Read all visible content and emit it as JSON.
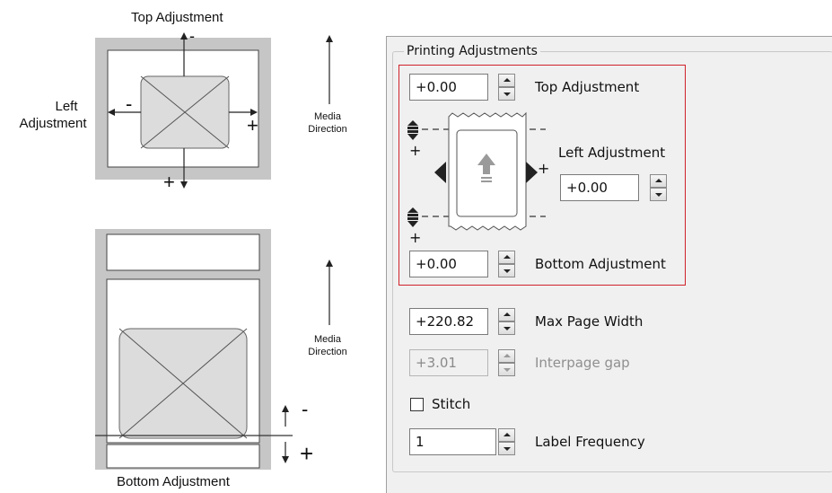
{
  "left_diagram": {
    "top_label": "Top Adjustment",
    "left_label_line1": "Left",
    "left_label_line2": "Adjustment",
    "minus_top": "-",
    "minus_left": "-",
    "plus_right": "+",
    "plus_bottom": "+",
    "media_direction_line1": "Media",
    "media_direction_line2": "Direction"
  },
  "bottom_diagram": {
    "bottom_label": "Bottom Adjustment",
    "minus": "-",
    "plus": "+",
    "media_direction_line1": "Media",
    "media_direction_line2": "Direction"
  },
  "dialog": {
    "group_title": "Printing Adjustments",
    "top_adjustment": {
      "value": "+0.00",
      "label": "Top Adjustment"
    },
    "left_adjustment": {
      "value": "+0.00",
      "label": "Left Adjustment"
    },
    "bottom_adjustment": {
      "value": "+0.00",
      "label": "Bottom Adjustment"
    },
    "preview_plus_top": "+",
    "preview_plus_bottom": "+",
    "preview_plus_right": "+",
    "max_page_width": {
      "value": "+220.82",
      "label": "Max Page Width"
    },
    "interpage_gap": {
      "value": "+3.01",
      "label": "Interpage gap",
      "disabled": true
    },
    "stitch": {
      "label": "Stitch",
      "checked": false
    },
    "label_frequency": {
      "value": "1",
      "label": "Label Frequency"
    }
  }
}
